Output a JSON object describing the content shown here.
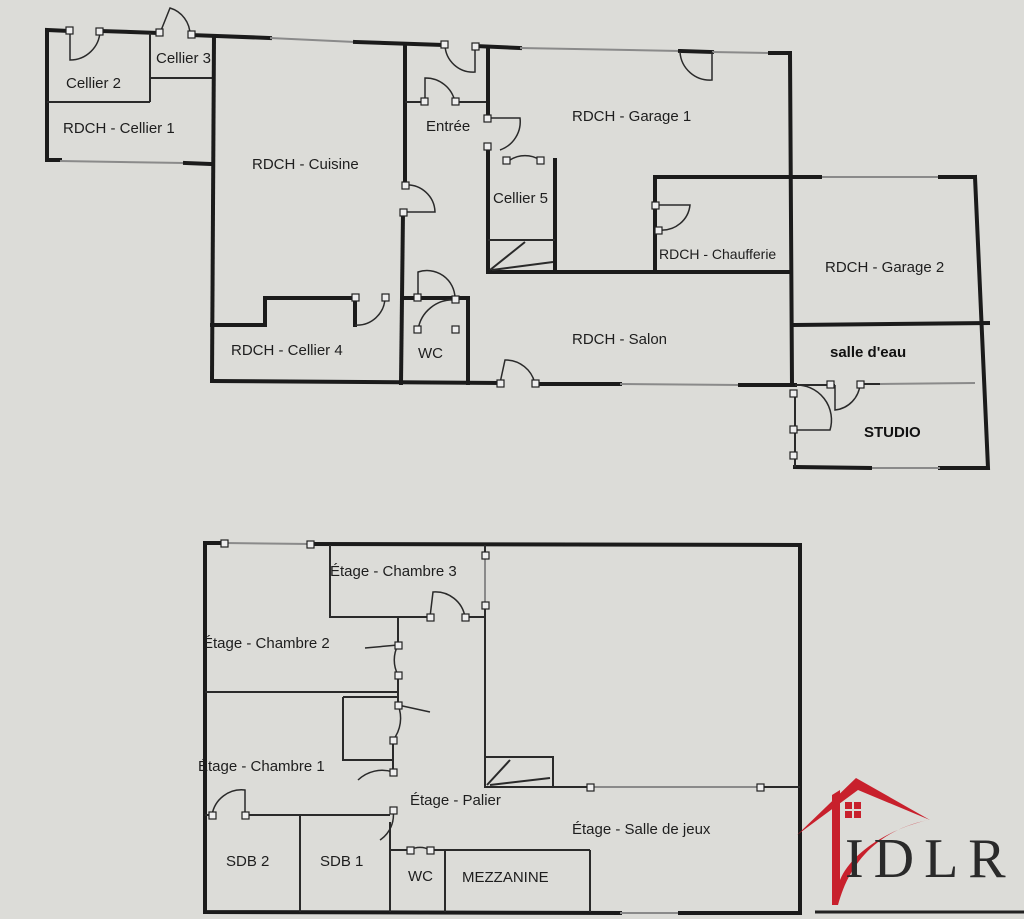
{
  "ground_floor": {
    "rooms": {
      "cellier_2": "Cellier 2",
      "cellier_3": "Cellier 3",
      "cellier_1": "RDCH - Cellier 1",
      "cuisine": "RDCH - Cuisine",
      "entree": "Entrée",
      "garage_1": "RDCH - Garage 1",
      "cellier_5": "Cellier 5",
      "chaufferie": "RDCH - Chaufferie",
      "garage_2": "RDCH - Garage 2",
      "cellier_4": "RDCH - Cellier 4",
      "wc": "WC",
      "salon": "RDCH - Salon",
      "salle_deau": "salle d'eau",
      "studio": "STUDIO"
    }
  },
  "upper_floor": {
    "rooms": {
      "chambre_3": "Étage - Chambre 3",
      "chambre_2": "Étage - Chambre 2",
      "chambre_1": "Étage - Chambre 1",
      "palier": "Étage - Palier",
      "salle_de_jeux": "Étage - Salle de jeux",
      "sdb_2": "SDB 2",
      "sdb_1": "SDB 1",
      "wc": "WC",
      "mezzanine": "MEZZANINE"
    }
  },
  "logo": {
    "text": "IDLR",
    "accent_color": "#c8202c"
  }
}
